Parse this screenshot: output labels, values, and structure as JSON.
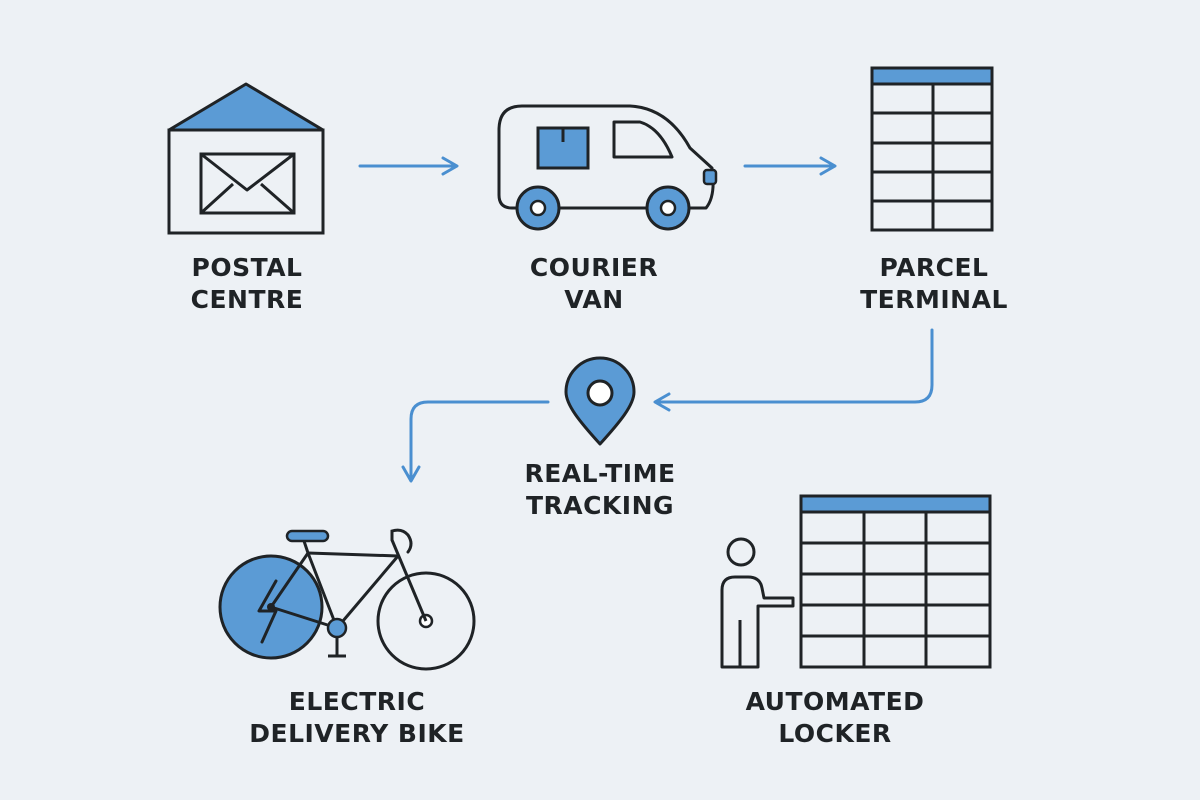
{
  "colors": {
    "background": "#edf1f5",
    "ink": "#1f2326",
    "accent": "#5b9bd5",
    "arrow": "#4a8fd0"
  },
  "nodes": {
    "postal_centre": {
      "icon": "envelope-building-icon",
      "line1": "POSTAL",
      "line2": "CENTRE"
    },
    "courier_van": {
      "icon": "van-icon",
      "line1": "COURIER",
      "line2": "VAN"
    },
    "parcel_terminal": {
      "icon": "parcel-terminal-icon",
      "line1": "PARCEL",
      "line2": "TERMINAL"
    },
    "real_time_tracking": {
      "icon": "location-pin-icon",
      "line1": "REAL-TIME",
      "line2": "TRACKING"
    },
    "electric_delivery_bike": {
      "icon": "electric-bike-icon",
      "line1": "ELECTRIC",
      "line2": "DELIVERY BIKE"
    },
    "automated_locker": {
      "icon": "locker-with-person-icon",
      "line1": "AUTOMATED",
      "line2": "LOCKER"
    }
  },
  "edges": [
    {
      "from": "postal_centre",
      "to": "courier_van"
    },
    {
      "from": "courier_van",
      "to": "parcel_terminal"
    },
    {
      "from": "parcel_terminal",
      "to": "real_time_tracking"
    },
    {
      "from": "real_time_tracking",
      "to": "electric_delivery_bike"
    }
  ]
}
